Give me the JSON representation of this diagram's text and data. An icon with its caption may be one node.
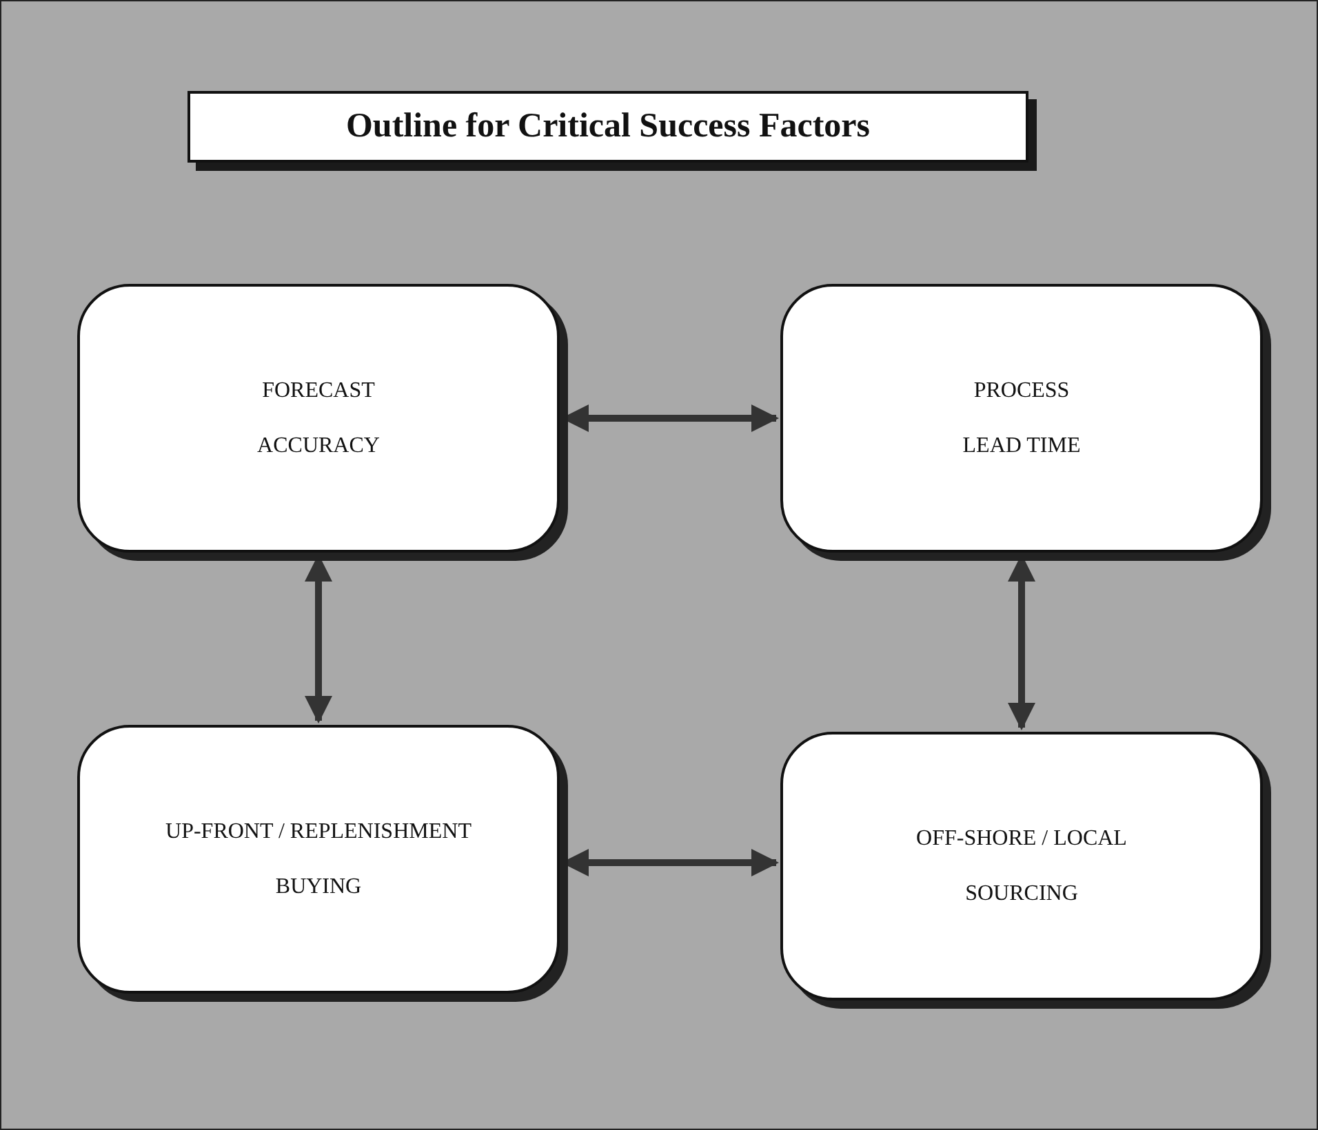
{
  "diagram": {
    "title": "Outline for Critical Success Factors",
    "nodes": [
      {
        "text": [
          "FORECAST",
          "ACCURACY"
        ]
      },
      {
        "text": [
          "PROCESS",
          "LEAD TIME"
        ]
      },
      {
        "text": [
          "UP-FRONT / REPLENISHMENT",
          "BUYING"
        ]
      },
      {
        "text": [
          "OFF-SHORE / LOCAL",
          "SOURCING"
        ]
      }
    ],
    "edges": [
      {
        "from": 0,
        "to": 1,
        "arrow": "both"
      },
      {
        "from": 0,
        "to": 2,
        "arrow": "both"
      },
      {
        "from": 1,
        "to": 3,
        "arrow": "both"
      },
      {
        "from": 2,
        "to": 3,
        "arrow": "both"
      }
    ]
  }
}
